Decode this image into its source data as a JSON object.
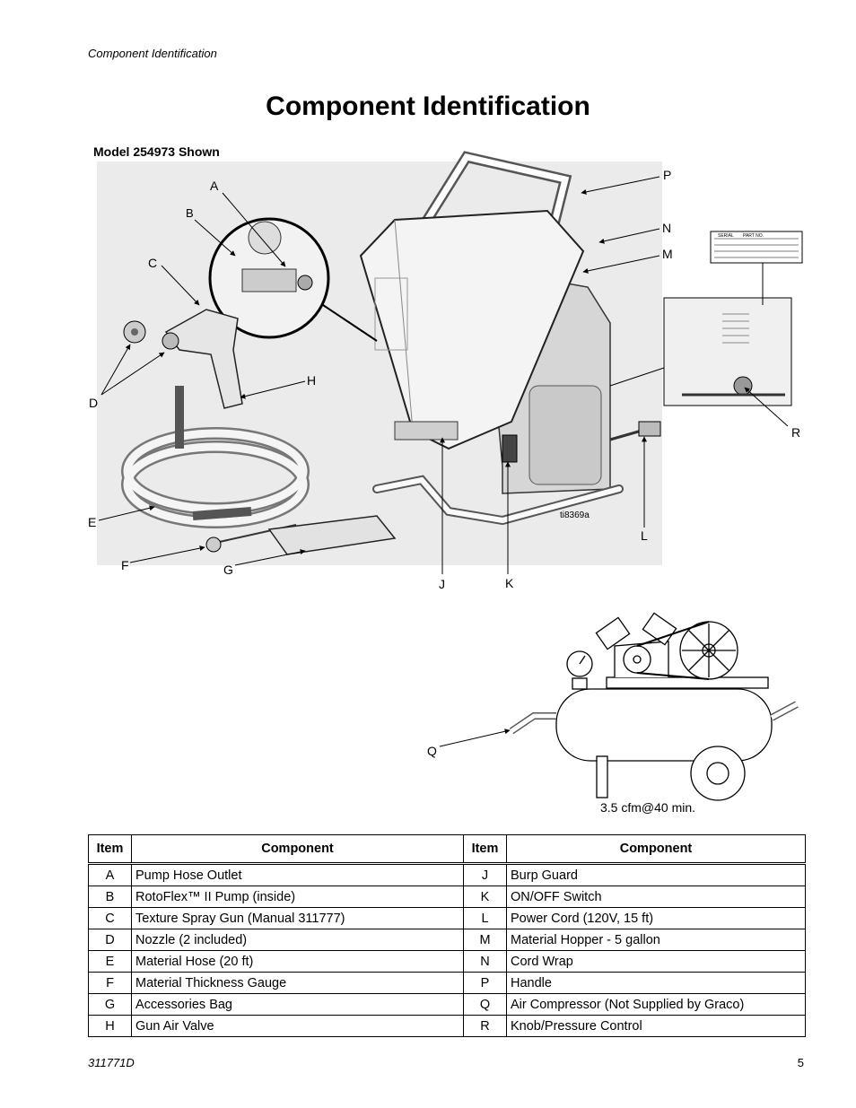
{
  "header": {
    "section_label": "Component Identification"
  },
  "page_title": "Component Identification",
  "model_label": "Model 254973 Shown",
  "figure": {
    "id_label": "ti8369a",
    "callouts": [
      "A",
      "B",
      "C",
      "D",
      "E",
      "F",
      "G",
      "H",
      "J",
      "K",
      "L",
      "M",
      "N",
      "P",
      "R"
    ],
    "plate_labels": {
      "serial": "SERIAL",
      "part_no": "PART NO."
    }
  },
  "compressor": {
    "callout": "Q",
    "spec_note": "3.5 cfm@40 min."
  },
  "table": {
    "headers": [
      "Item",
      "Component",
      "Item",
      "Component"
    ],
    "rows": [
      {
        "left_item": "A",
        "left_component": "Pump Hose Outlet",
        "right_item": "J",
        "right_component": "Burp Guard"
      },
      {
        "left_item": "B",
        "left_component": "RotoFlex™ II Pump (inside)",
        "right_item": "K",
        "right_component": "ON/OFF Switch"
      },
      {
        "left_item": "C",
        "left_component": "Texture Spray Gun (Manual 311777)",
        "right_item": "L",
        "right_component": "Power Cord (120V, 15 ft)"
      },
      {
        "left_item": "D",
        "left_component": "Nozzle (2 included)",
        "right_item": "M",
        "right_component": "Material Hopper - 5 gallon"
      },
      {
        "left_item": "E",
        "left_component": "Material Hose (20 ft)",
        "right_item": "N",
        "right_component": "Cord Wrap"
      },
      {
        "left_item": "F",
        "left_component": "Material Thickness Gauge",
        "right_item": "P",
        "right_component": "Handle"
      },
      {
        "left_item": "G",
        "left_component": "Accessories Bag",
        "right_item": "Q",
        "right_component": "Air Compressor (Not Supplied by Graco)"
      },
      {
        "left_item": "H",
        "left_component": "Gun Air Valve",
        "right_item": "R",
        "right_component": "Knob/Pressure Control"
      }
    ]
  },
  "footer": {
    "doc_number": "311771D",
    "page_number": "5"
  }
}
